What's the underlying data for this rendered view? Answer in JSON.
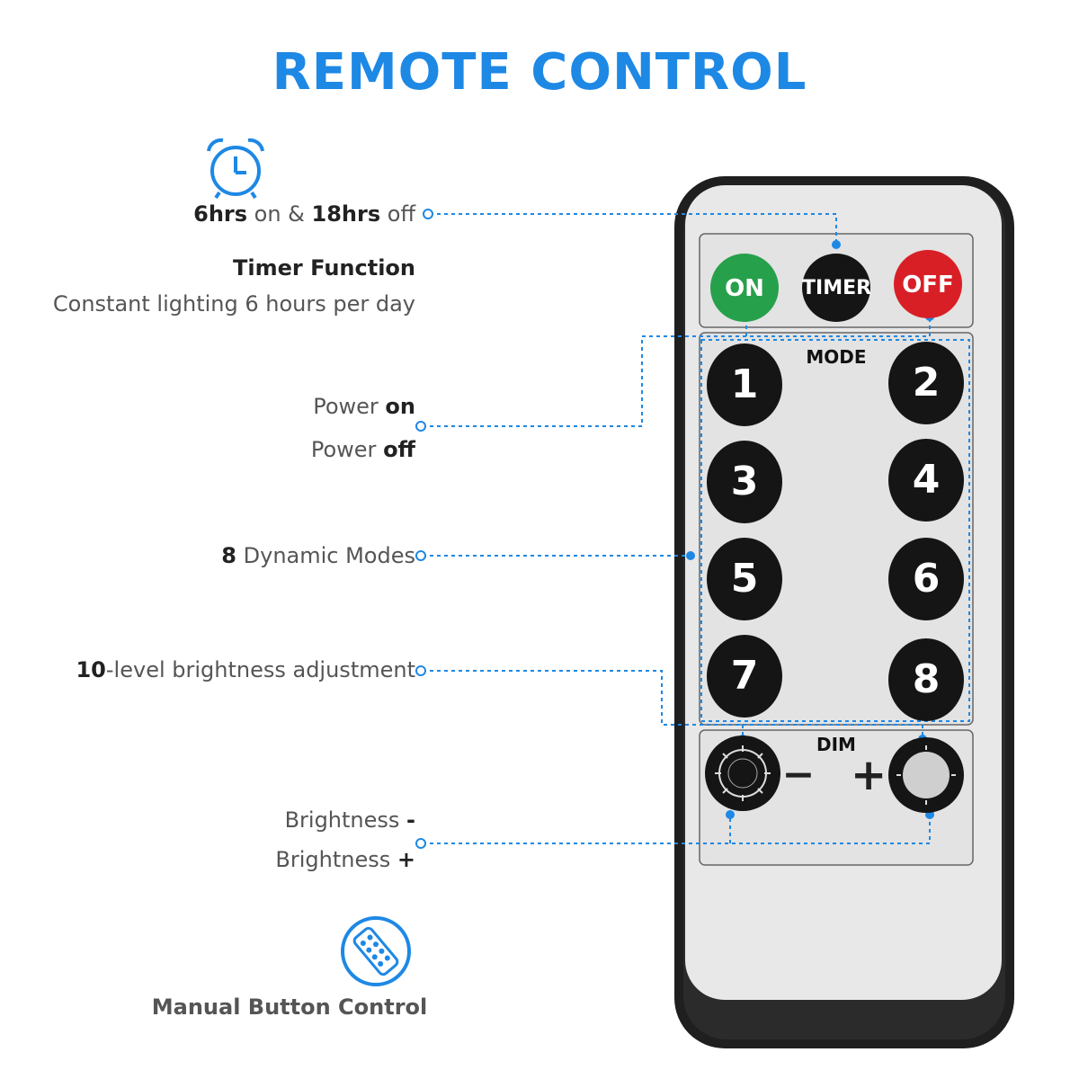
{
  "title": "REMOTE CONTROL",
  "colors": {
    "accent": "#1e88e5",
    "on": "#27a04b",
    "off": "#d91f26",
    "body": "#1a1a1a",
    "face": "#e9e9e9"
  },
  "icons": {
    "timer": "alarm-clock-icon",
    "manual": "remote-icon"
  },
  "timer": {
    "hrs_on": "6hrs",
    "on_text": " on & ",
    "hrs_off": "18hrs",
    "off_text": " off",
    "heading": "Timer Function",
    "desc": "Constant lighting 6 hours per day"
  },
  "power": {
    "on_prefix": "Power ",
    "on_bold": "on",
    "off_prefix": "Power ",
    "off_bold": "off"
  },
  "modes": {
    "count": "8",
    "text": " Dynamic Modes"
  },
  "brightness_levels": {
    "count": "10",
    "text": "-level brightness adjustment"
  },
  "brightness": {
    "minus_prefix": "Brightness ",
    "minus_bold": "-",
    "plus_prefix": "Brightness ",
    "plus_bold": "+"
  },
  "manual": "Manual Button Control",
  "remote": {
    "on": "ON",
    "timer": "TIMER",
    "off": "OFF",
    "mode_label": "MODE",
    "dim_label": "DIM",
    "buttons": [
      "1",
      "2",
      "3",
      "4",
      "5",
      "6",
      "7",
      "8"
    ],
    "minus": "−",
    "plus": "+"
  }
}
